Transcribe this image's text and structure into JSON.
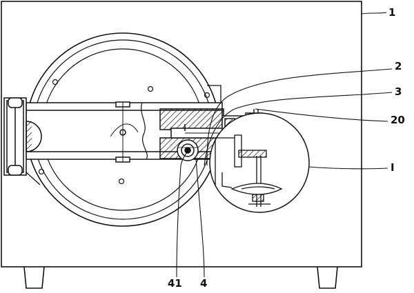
{
  "callouts": {
    "housing": "1",
    "part_2": "2",
    "part_3": "3",
    "part_20": "20",
    "detail_view": "I",
    "part_41": "41",
    "part_4": "4"
  },
  "colors": {
    "line": "#111111",
    "hatch": "#111111",
    "background": "#ffffff"
  }
}
